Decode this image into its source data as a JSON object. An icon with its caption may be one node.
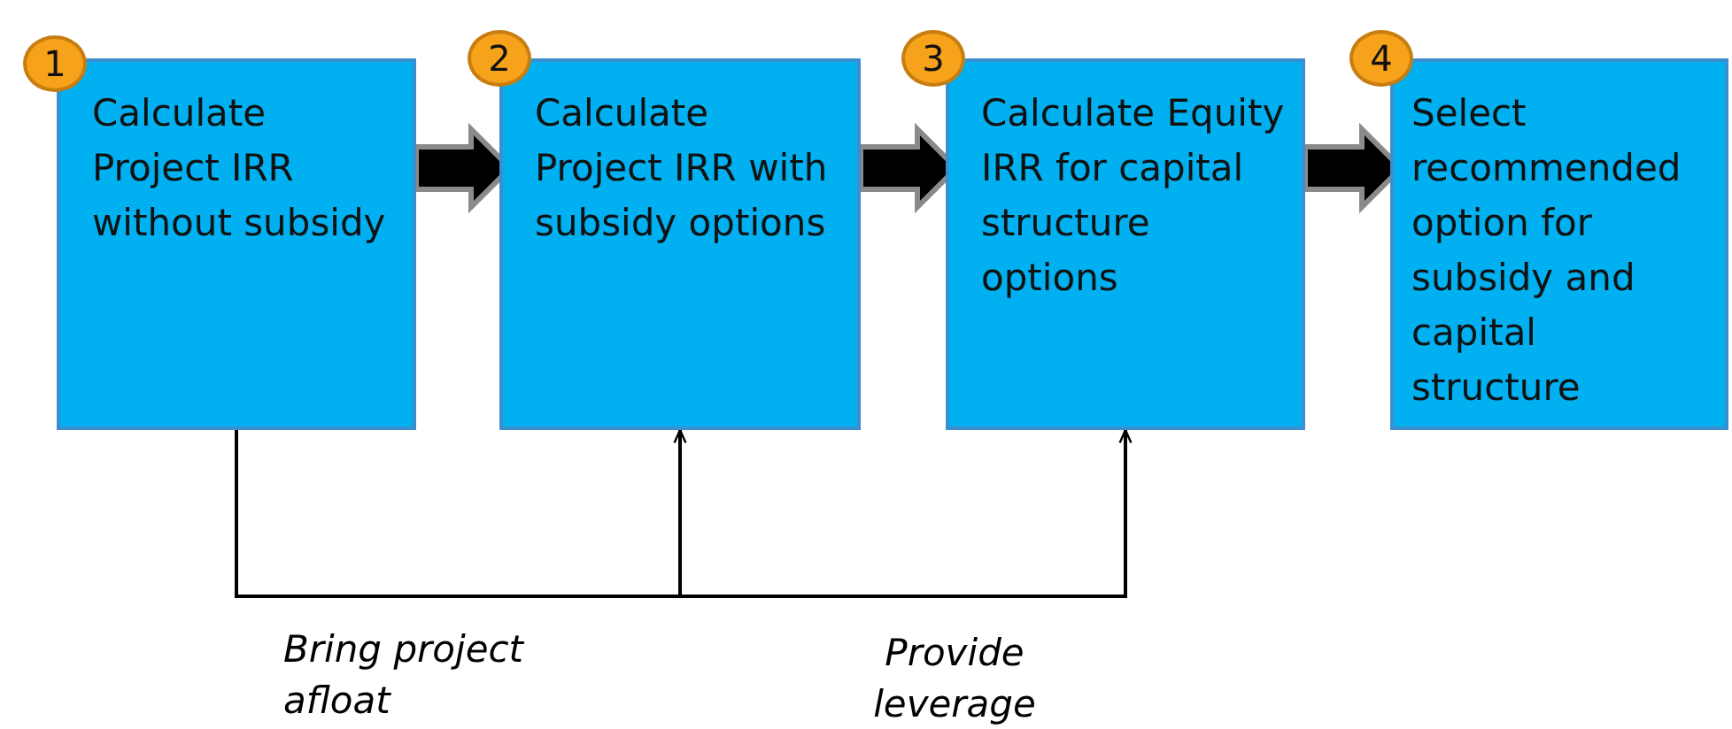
{
  "diagram": {
    "nodes": [
      {
        "text": [
          "1"
        ]
      },
      {
        "text": [
          "Calculate Project IRR without subsidy"
        ]
      },
      {
        "text": [
          "2"
        ]
      },
      {
        "text": [
          "Calculate Project IRR with subsidy options"
        ]
      },
      {
        "text": [
          "3"
        ]
      },
      {
        "text": [
          "Calculate Equity IRR for capital structure options"
        ]
      },
      {
        "text": [
          "4"
        ]
      },
      {
        "text": [
          "Select recommended option for subsidy and capital structure"
        ]
      }
    ],
    "edges": [
      {
        "from": 1,
        "to": 3,
        "arrow": "to",
        "style": "thick"
      },
      {
        "from": 3,
        "to": 5,
        "arrow": "to",
        "style": "thick"
      },
      {
        "from": 5,
        "to": 7,
        "arrow": "to",
        "style": "thick"
      },
      {
        "from": 1,
        "to": 3,
        "arrow": "to",
        "label": "Bring project afloat"
      },
      {
        "from": 3,
        "to": 5,
        "arrow": "to",
        "label": "Provide leverage"
      }
    ]
  }
}
